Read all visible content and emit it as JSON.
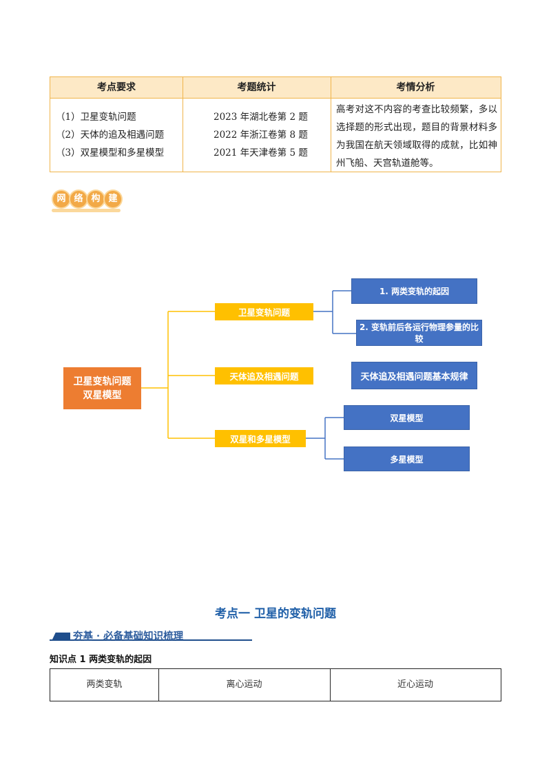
{
  "top_table": {
    "headers": [
      "考点要求",
      "考题统计",
      "考情分析"
    ],
    "requirements": [
      "（1）卫星变轨问题",
      "（2）天体的追及相遇问题",
      "（3）双星模型和多星模型"
    ],
    "statistics": [
      "2023 年湖北卷第 2 题",
      "2022 年浙江卷第 8 题",
      "2021 年天津卷第 5 题"
    ],
    "analysis": "高考对这不内容的考查比较频繁，多以选择题的形式出现，题目的背景材料多为我国在航天领域取得的成就，比如神州飞船、天宫轨道舱等。"
  },
  "section_icon": {
    "chars": [
      "网",
      "络",
      "构",
      "建"
    ],
    "accent": "#f2a947"
  },
  "mindmap": {
    "root": "卫星变轨问题 双星模型",
    "branches": [
      {
        "label": "卫星变轨问题",
        "children": [
          "1. 两类变轨的起因",
          "2. 变轨前后各运行物理参量的比较"
        ]
      },
      {
        "label": "天体追及相遇问题",
        "children": [
          "天体追及相遇问题基本规律"
        ]
      },
      {
        "label": "双星和多星模型",
        "children": [
          "双星模型",
          "多星模型"
        ]
      }
    ],
    "colors": {
      "root": "#ed7d31",
      "branch": "#ffc000",
      "leaf": "#4472c4"
    }
  },
  "section": {
    "title": "考点一  卫星的变轨问题",
    "banner": "夯基 · 必备基础知识梳理",
    "knowledge_point": "知识点 1  两类变轨的起因"
  },
  "bottom_table": {
    "cells": [
      "两类变轨",
      "离心运动",
      "近心运动"
    ]
  }
}
